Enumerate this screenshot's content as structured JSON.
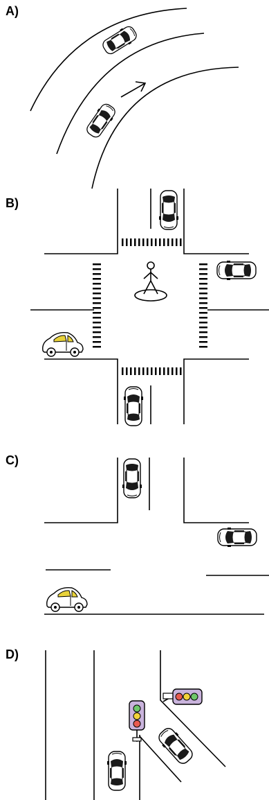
{
  "panels": [
    {
      "id": "A",
      "label": "A)"
    },
    {
      "id": "B",
      "label": "B)"
    },
    {
      "id": "C",
      "label": "C)"
    },
    {
      "id": "D",
      "label": "D)"
    }
  ],
  "colors": {
    "line": "#000000",
    "beetle_window": "#e8d23a",
    "traffic_light_housing": "#c9b3dc",
    "light_red": "#e85a50",
    "light_yellow": "#f2d23a",
    "light_green": "#6fc76a"
  },
  "icons": [
    "car-icon",
    "beetle-car-icon",
    "pedestrian-icon",
    "traffic-light-icon",
    "arrow-icon"
  ]
}
